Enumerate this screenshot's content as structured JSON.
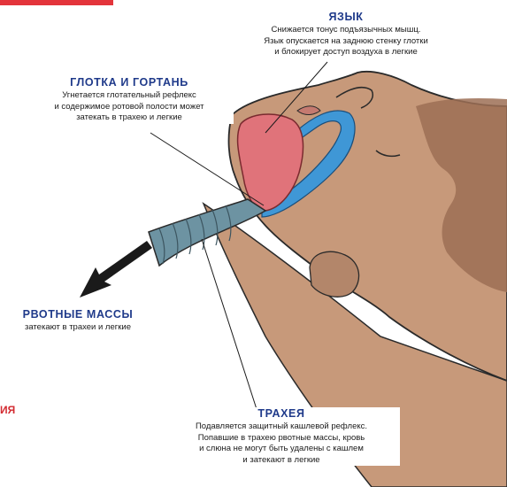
{
  "colors": {
    "accent_red": "#e3343b",
    "title_blue": "#1f3a8a",
    "skin": "#c7997a",
    "skin_shadow": "#b3866a",
    "tongue": "#e0737a",
    "airway": "#3f97d6",
    "trachea": "#6d93a2"
  },
  "callouts": {
    "tongue": {
      "title": "ЯЗЫК",
      "text": [
        "Снижается тонус подъязычных мышц.",
        "Язык опускается на заднюю стенку глотки",
        "и блокирует доступ воздуха в легкие"
      ]
    },
    "pharynx": {
      "title": "ГЛОТКА И ГОРТАНЬ",
      "text": [
        "Угнетается глотательный рефлекс",
        "и содержимое ротовой полости может",
        "затекать в трахею и легкие"
      ]
    },
    "vomit": {
      "title": "РВОТНЫЕ МАССЫ",
      "text": [
        "затекают в трахеи и легкие"
      ]
    },
    "trachea": {
      "title": "ТРАХЕЯ",
      "text": [
        "Подавляется защитный кашлевой рефлекс.",
        "Попавшие в трахею рвотные массы, кровь",
        "и слюна не могут быть удалены с кашлем",
        "и затекают в легкие"
      ]
    }
  },
  "edge_label": "ИЯ"
}
